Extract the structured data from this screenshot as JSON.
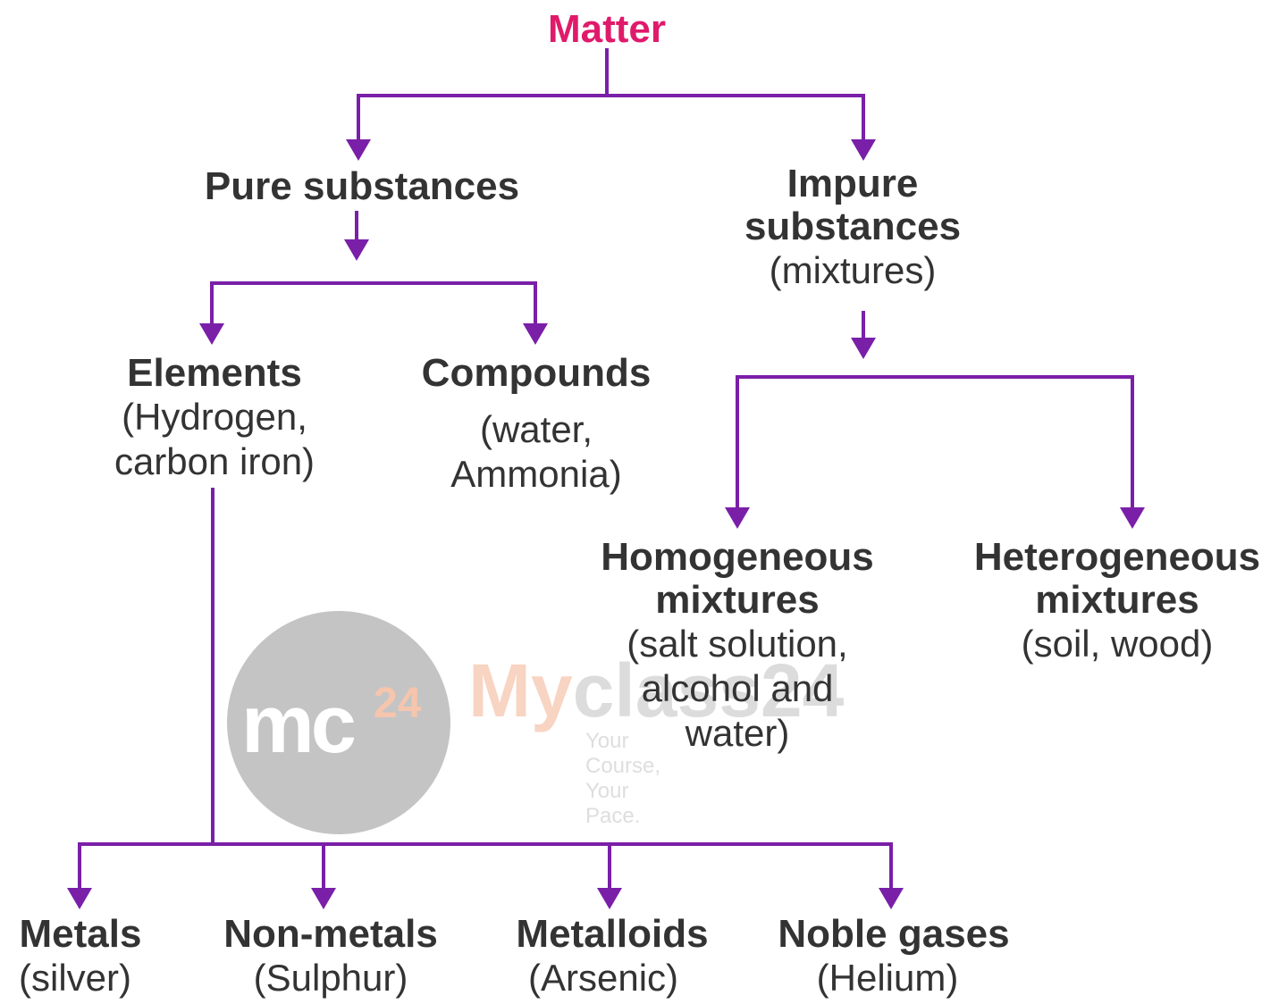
{
  "nodes": {
    "matter": {
      "title": "Matter"
    },
    "pure": {
      "title": "Pure substances"
    },
    "impure": {
      "title_line1": "Impure",
      "title_line2": "substances",
      "sub": "(mixtures)"
    },
    "elements": {
      "title": "Elements",
      "sub_line1": "(Hydrogen,",
      "sub_line2": "carbon iron)"
    },
    "compounds": {
      "title": "Compounds",
      "sub_line1": "(water,",
      "sub_line2": "Ammonia)"
    },
    "homogeneous": {
      "title_line1": "Homogeneous",
      "title_line2": "mixtures",
      "sub_line1": "(salt solution,",
      "sub_line2": "alcohol and",
      "sub_line3": "water)"
    },
    "heterogeneous": {
      "title_line1": "Heterogeneous",
      "title_line2": "mixtures",
      "sub": "(soil, wood)"
    },
    "metals": {
      "title": "Metals",
      "sub": "(silver)"
    },
    "nonmetals": {
      "title": "Non-metals",
      "sub": "(Sulphur)"
    },
    "metalloids": {
      "title": "Metalloids",
      "sub": "(Arsenic)"
    },
    "noble": {
      "title": "Noble gases",
      "sub": "(Helium)"
    }
  },
  "watermark": {
    "logo_text": "mc",
    "logo_sup": "24",
    "brand_a": "My",
    "brand_b": "class24",
    "tagline": "Your Course, Your Pace."
  },
  "colors": {
    "connector": "#7a1fa8",
    "root_title": "#e01a6b",
    "text": "#333333"
  }
}
